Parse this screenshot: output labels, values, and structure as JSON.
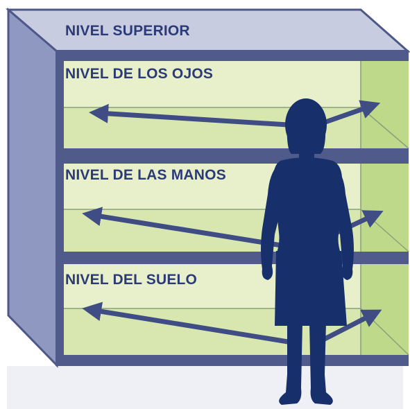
{
  "labels": {
    "top": "NIVEL SUPERIOR",
    "eye": "NIVEL DE LOS OJOS",
    "hand": "NIVEL DE LAS MANOS",
    "floor": "NIVEL DEL SUELO"
  },
  "colors": {
    "frame_dark": "#505b8c",
    "frame_light": "#c9cde0",
    "shelf_back": "#e7f0cb",
    "shelf_floor": "#d8e7b0",
    "side_panel": "#bfd98a",
    "arrow": "#3f4d84",
    "silhouette": "#17306b",
    "text": "#2d3a78"
  },
  "icons": [
    "arrow-left-icon",
    "arrow-right-icon",
    "woman-silhouette-icon"
  ]
}
